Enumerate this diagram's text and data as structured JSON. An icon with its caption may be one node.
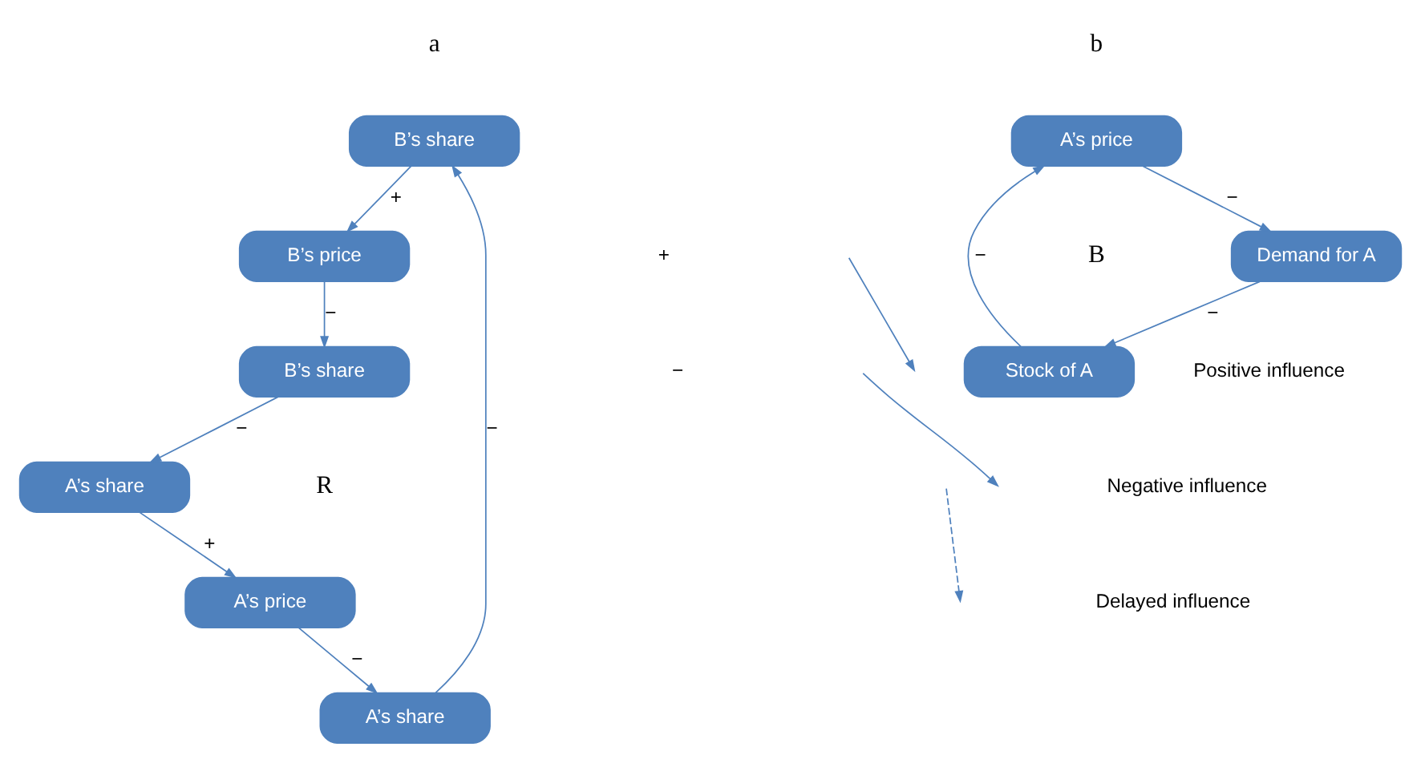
{
  "diagram": {
    "nodes": [
      {
        "text": [
          "B’s share"
        ]
      },
      {
        "text": [
          "B’s price"
        ]
      },
      {
        "text": [
          "B’s share"
        ]
      },
      {
        "text": [
          "A’s share"
        ]
      },
      {
        "text": [
          "A’s price"
        ]
      },
      {
        "text": [
          "A’s share"
        ]
      },
      {
        "text": [
          "A’s price"
        ]
      },
      {
        "text": [
          "Stock of A"
        ]
      },
      {
        "text": [
          "Demand for A"
        ]
      }
    ],
    "edges": [
      {
        "from": 0,
        "to": 1,
        "arrow": "to",
        "label": "+"
      },
      {
        "from": 1,
        "to": 2,
        "arrow": "to",
        "label": "−"
      },
      {
        "from": 2,
        "to": 3,
        "arrow": "to",
        "label": "−"
      },
      {
        "from": 3,
        "to": 4,
        "arrow": "to",
        "label": "+"
      },
      {
        "from": 4,
        "to": 5,
        "arrow": "to",
        "label": "−"
      },
      {
        "from": 5,
        "to": 0,
        "arrow": "to",
        "label": "−"
      },
      {
        "from": 6,
        "to": 8,
        "arrow": "to",
        "label": "−"
      },
      {
        "from": 8,
        "to": 7,
        "arrow": "to",
        "label": "−"
      },
      {
        "from": 7,
        "to": 6,
        "arrow": "to",
        "label": "−"
      }
    ],
    "labels": [
      "a",
      "R",
      "b",
      "B",
      "+",
      "−"
    ],
    "legend": [
      {
        "text": "Positive influence"
      },
      {
        "text": "Negative influence"
      },
      {
        "text": "Delayed influence"
      }
    ]
  }
}
